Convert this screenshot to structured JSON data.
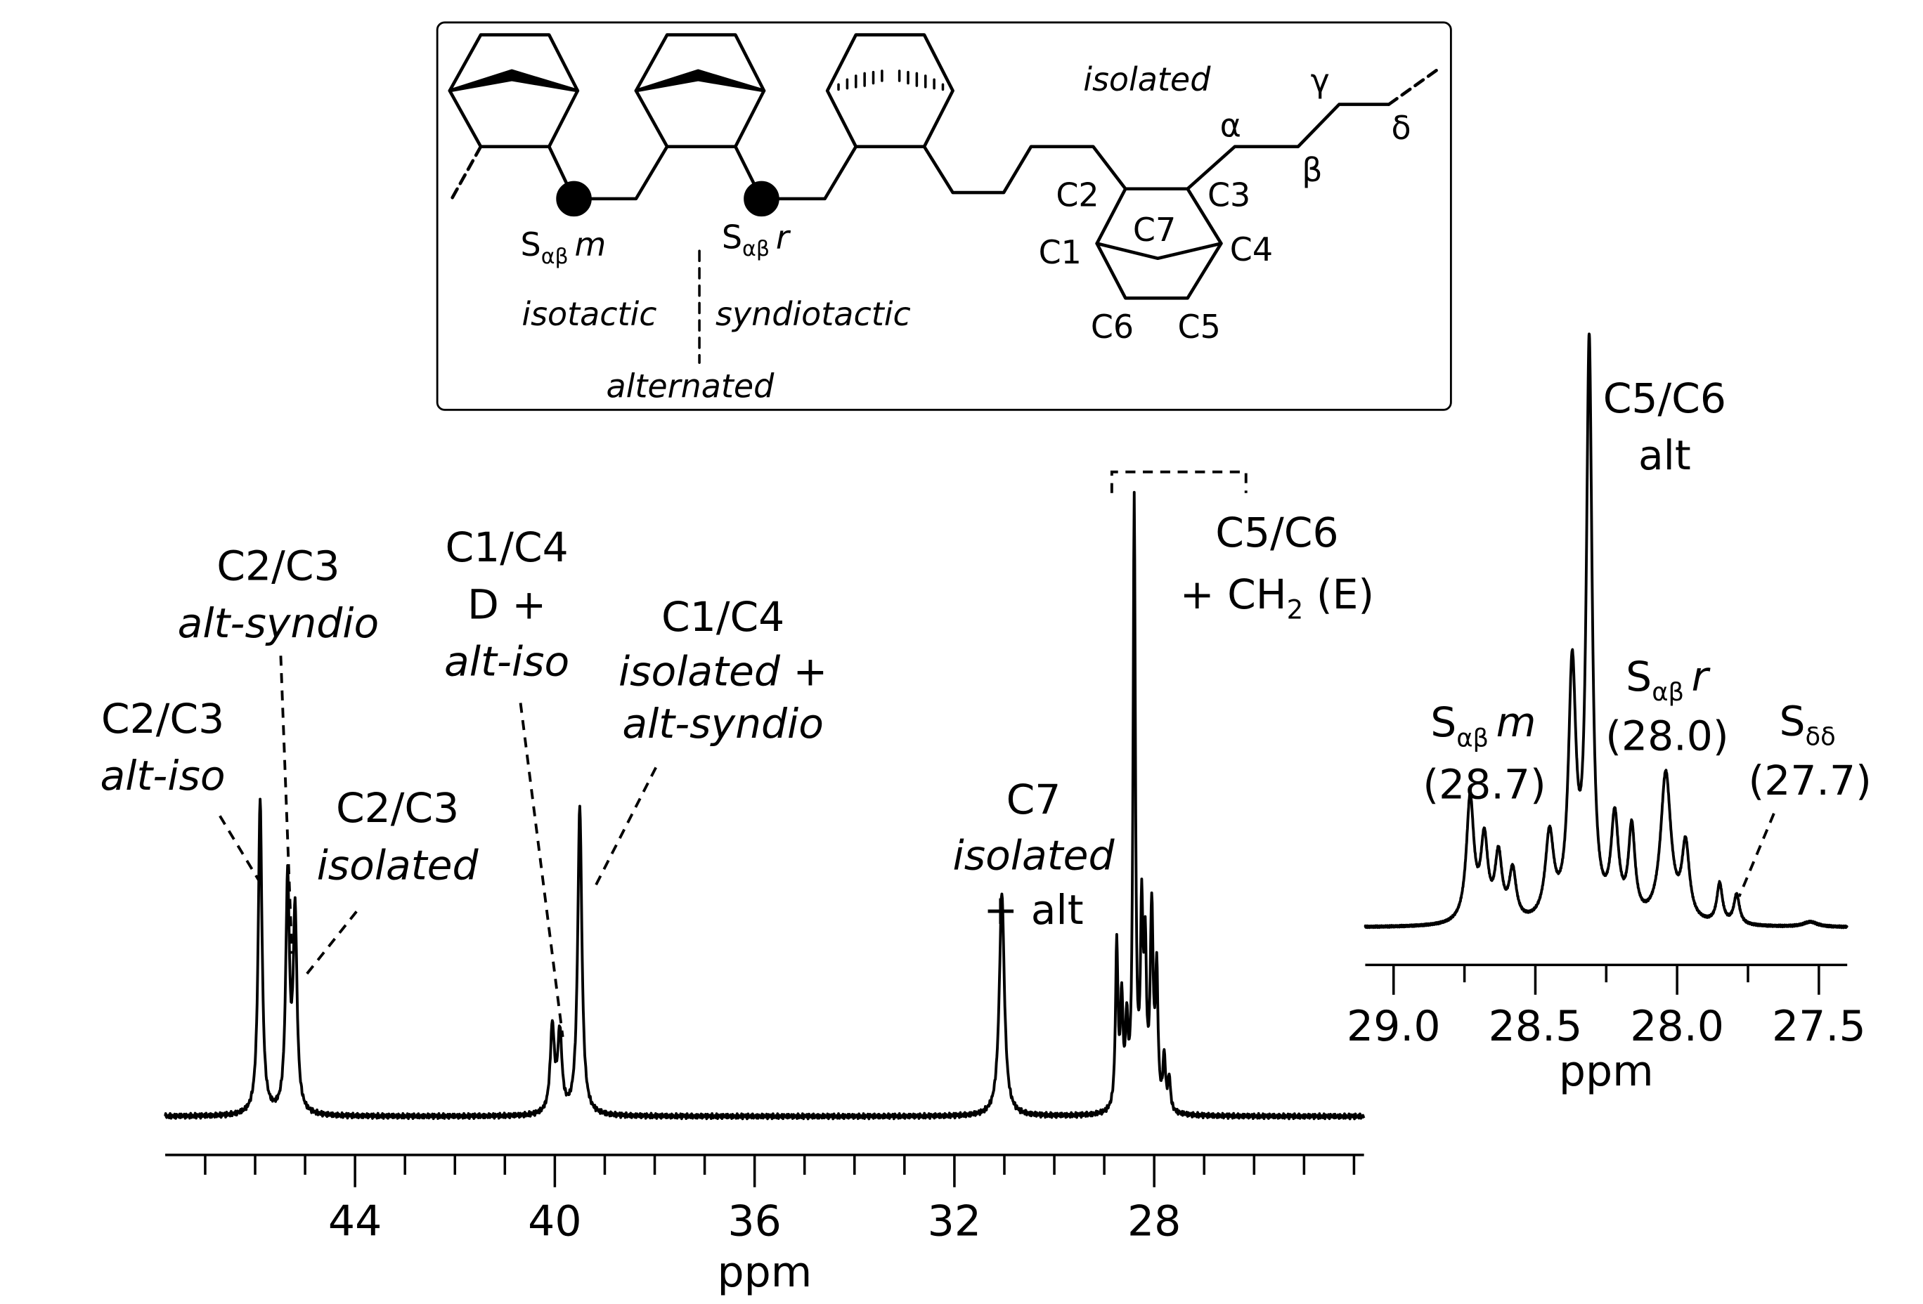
{
  "colors": {
    "ink": "#000000",
    "background": "#ffffff"
  },
  "structure": {
    "labels": {
      "sab_m": "S",
      "sab_m_sub": "αβ",
      "sab_m_suffix": "m",
      "sab_r": "S",
      "sab_r_sub": "αβ",
      "sab_r_suffix": "r",
      "isotactic": "isotactic",
      "syndiotactic": "syndiotactic",
      "alternated": "alternated",
      "isolated": "isolated",
      "alpha": "α",
      "beta": "β",
      "gamma": "γ",
      "delta": "δ",
      "c1": "C1",
      "c2": "C2",
      "c3": "C3",
      "c4": "C4",
      "c5": "C5",
      "c6": "C6",
      "c7": "C7"
    }
  },
  "chart_data": [
    {
      "type": "line",
      "x_axis_reversed": true,
      "xlabel": "ppm",
      "xlim": [
        47.8,
        23.8
      ],
      "xticks": [
        44,
        40,
        36,
        32,
        28
      ],
      "xtick_labels": [
        "44",
        "40",
        "36",
        "32",
        "28"
      ],
      "minor_tick_step": 1,
      "y_normalized": true,
      "peaks": [
        {
          "x": 45.9,
          "height": 0.48,
          "width": 0.045
        },
        {
          "x": 45.35,
          "height": 0.35,
          "width": 0.045
        },
        {
          "x": 45.2,
          "height": 0.3,
          "width": 0.045
        },
        {
          "x": 40.05,
          "height": 0.13,
          "width": 0.05
        },
        {
          "x": 39.9,
          "height": 0.12,
          "width": 0.05
        },
        {
          "x": 39.5,
          "height": 0.47,
          "width": 0.05
        },
        {
          "x": 31.05,
          "height": 0.34,
          "width": 0.06
        },
        {
          "x": 28.75,
          "height": 0.25,
          "width": 0.03
        },
        {
          "x": 28.65,
          "height": 0.16,
          "width": 0.03
        },
        {
          "x": 28.55,
          "height": 0.12,
          "width": 0.03
        },
        {
          "x": 28.4,
          "height": 0.92,
          "width": 0.028
        },
        {
          "x": 28.25,
          "height": 0.28,
          "width": 0.03
        },
        {
          "x": 28.18,
          "height": 0.22,
          "width": 0.03
        },
        {
          "x": 28.05,
          "height": 0.3,
          "width": 0.035
        },
        {
          "x": 27.95,
          "height": 0.2,
          "width": 0.03
        },
        {
          "x": 27.8,
          "height": 0.08,
          "width": 0.03
        },
        {
          "x": 27.7,
          "height": 0.05,
          "width": 0.03
        }
      ],
      "annotations": [
        {
          "lines": [
            "C2/C3",
            "alt-iso"
          ],
          "italic": [
            false,
            true
          ]
        },
        {
          "lines": [
            "C2/C3",
            "alt-syndio"
          ],
          "italic": [
            false,
            true
          ]
        },
        {
          "lines": [
            "C2/C3",
            "isolated"
          ],
          "italic": [
            false,
            true
          ]
        },
        {
          "lines": [
            "C1/C4",
            "D +",
            "alt-iso"
          ],
          "italic": [
            false,
            false,
            true
          ]
        },
        {
          "lines": [
            "C1/C4",
            "isolated +",
            "alt-syndio"
          ],
          "italic": [
            false,
            true,
            true
          ]
        },
        {
          "lines": [
            "C7",
            "isolated",
            "+ alt"
          ],
          "italic": [
            false,
            true,
            true
          ]
        },
        {
          "lines": [
            "C5/C6",
            "+ CH",
            "2",
            " (E)"
          ]
        }
      ]
    },
    {
      "type": "line",
      "x_axis_reversed": true,
      "xlabel": "ppm",
      "xlim": [
        29.1,
        27.4
      ],
      "xticks": [
        29.0,
        28.5,
        28.0,
        27.5
      ],
      "xtick_labels": [
        "29.0",
        "28.5",
        "28.0",
        "27.5"
      ],
      "minor_tick_step": 0.25,
      "y_normalized": true,
      "peaks": [
        {
          "x": 28.73,
          "height": 0.5,
          "width": 0.016
        },
        {
          "x": 28.68,
          "height": 0.32,
          "width": 0.015
        },
        {
          "x": 28.63,
          "height": 0.26,
          "width": 0.015
        },
        {
          "x": 28.58,
          "height": 0.2,
          "width": 0.015
        },
        {
          "x": 28.45,
          "height": 0.34,
          "width": 0.018
        },
        {
          "x": 28.37,
          "height": 1.0,
          "width": 0.016
        },
        {
          "x": 28.31,
          "height": 2.3,
          "width": 0.012
        },
        {
          "x": 28.22,
          "height": 0.4,
          "width": 0.016
        },
        {
          "x": 28.16,
          "height": 0.36,
          "width": 0.014
        },
        {
          "x": 28.04,
          "height": 0.6,
          "width": 0.022
        },
        {
          "x": 27.97,
          "height": 0.3,
          "width": 0.016
        },
        {
          "x": 27.85,
          "height": 0.16,
          "width": 0.012
        },
        {
          "x": 27.79,
          "height": 0.12,
          "width": 0.012
        },
        {
          "x": 27.53,
          "height": 0.02,
          "width": 0.03
        }
      ],
      "annotations": [
        {
          "lines": [
            "C5/C6",
            "alt"
          ]
        },
        {
          "main": "S",
          "sub": "αβ",
          "suffix": "m",
          "value": "(28.7)"
        },
        {
          "main": "S",
          "sub": "αβ",
          "suffix": "r",
          "value": "(28.0)"
        },
        {
          "main": "S",
          "sub": "δδ",
          "value": "(27.7)"
        }
      ]
    }
  ]
}
